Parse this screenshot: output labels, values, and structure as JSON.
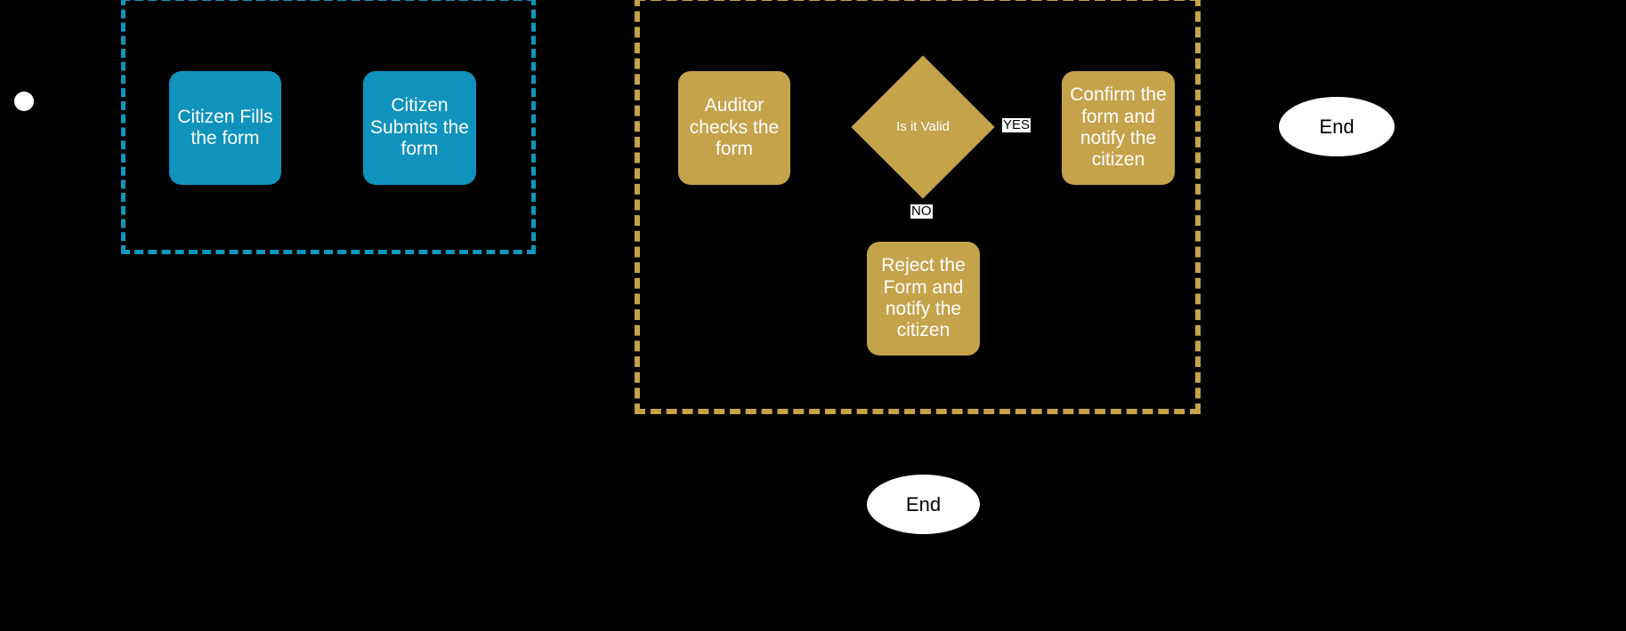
{
  "diagram": {
    "type": "flowchart",
    "background_color": "#000000",
    "colors": {
      "citizen_lane_border": "#1196BC",
      "citizen_node_fill": "#0F93BD",
      "auditor_lane_border": "#C5A34B",
      "auditor_node_fill": "#C5A34B",
      "terminator_fill": "#FFFFFF",
      "node_text": "#FFFFFF",
      "edge_label_text": "#000000",
      "edge_label_bg": "#FFFFFF"
    }
  },
  "lanes": [
    {
      "id": "citizen-lane",
      "label": ""
    },
    {
      "id": "auditor-lane",
      "label": ""
    }
  ],
  "nodes": {
    "start": {
      "label": "",
      "shape": "circle"
    },
    "citizen_fills": {
      "label": "Citizen Fills the form",
      "shape": "process"
    },
    "citizen_submits": {
      "label": "Citizen Submits the form",
      "shape": "process"
    },
    "auditor_checks": {
      "label": "Auditor checks the form",
      "shape": "process"
    },
    "is_valid": {
      "label": "Is it Valid",
      "shape": "decision"
    },
    "confirm_form": {
      "label": "Confirm the form and notify the citizen",
      "shape": "process"
    },
    "reject_form": {
      "label": "Reject the Form and notify the citizen",
      "shape": "process"
    },
    "end_right": {
      "label": "End",
      "shape": "terminator"
    },
    "end_bottom": {
      "label": "End",
      "shape": "terminator"
    }
  },
  "edge_labels": {
    "yes": "YES",
    "no": "NO"
  }
}
